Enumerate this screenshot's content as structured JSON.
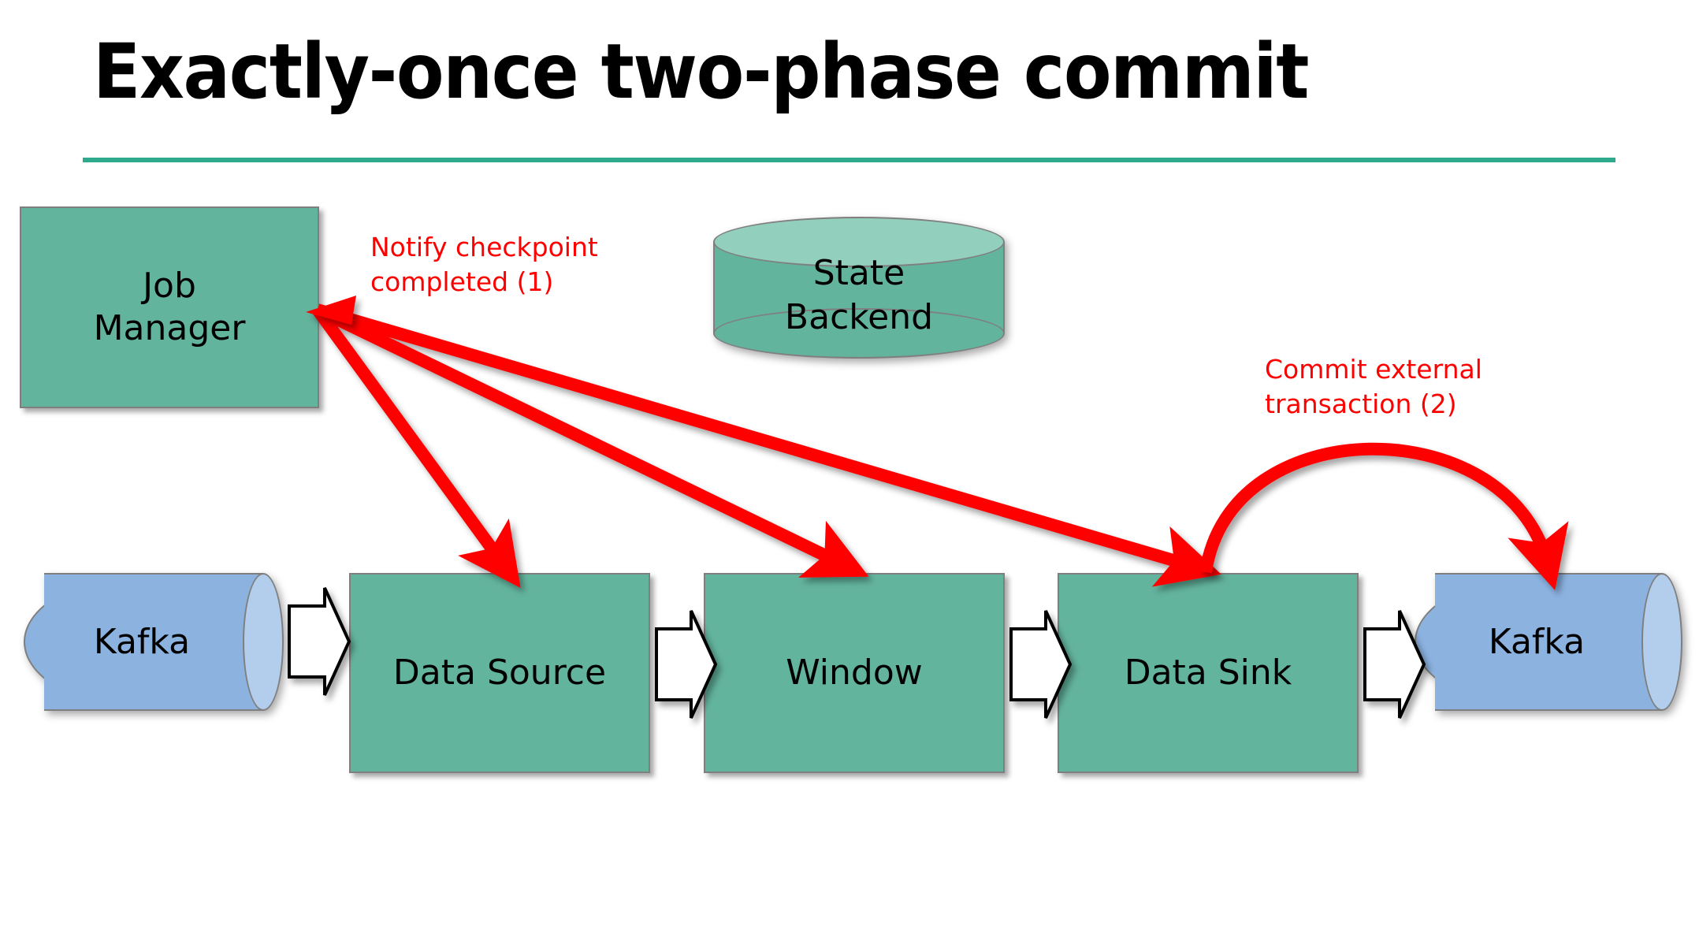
{
  "slide": {
    "title": "Exactly-once two-phase commit",
    "accent_color": "#2faa8d",
    "background": "#ffffff"
  },
  "palette": {
    "process_box_fill": "#63b49d",
    "process_box_border": "#7f7f7f",
    "kafka_fill": "#8cb2e0",
    "kafka_cap_fill": "#b3cdec",
    "state_backend_top_fill": "#93cfbd",
    "annotation_red": "#ff0000",
    "flow_arrow_outline": "#000000",
    "flow_arrow_fill": "#ffffff"
  },
  "nodes": {
    "job_manager": {
      "label": "Job\nManager",
      "shape": "rectangle"
    },
    "state_backend": {
      "label": "State\nBackend",
      "shape": "cylinder"
    },
    "kafka_source": {
      "label": "Kafka",
      "shape": "horizontal-cylinder"
    },
    "data_source": {
      "label": "Data Source",
      "shape": "rectangle"
    },
    "window": {
      "label": "Window",
      "shape": "rectangle"
    },
    "data_sink": {
      "label": "Data Sink",
      "shape": "rectangle"
    },
    "kafka_sink": {
      "label": "Kafka",
      "shape": "horizontal-cylinder"
    }
  },
  "annotations": {
    "notify_checkpoint": "Notify checkpoint\ncompleted (1)",
    "commit_external": "Commit external\ntransaction (2)"
  },
  "edges": [
    {
      "name": "kafka-source-to-data-source",
      "style": "block-arrow",
      "color": "#ffffff"
    },
    {
      "name": "data-source-to-window",
      "style": "block-arrow",
      "color": "#ffffff"
    },
    {
      "name": "window-to-data-sink",
      "style": "block-arrow",
      "color": "#ffffff"
    },
    {
      "name": "data-sink-to-kafka-sink",
      "style": "block-arrow",
      "color": "#ffffff"
    },
    {
      "name": "jobmanager-to-data-source",
      "style": "red-arrow",
      "color": "#ff0000"
    },
    {
      "name": "jobmanager-to-window",
      "style": "red-arrow",
      "color": "#ff0000"
    },
    {
      "name": "jobmanager-to-data-sink",
      "style": "red-arrow",
      "color": "#ff0000"
    },
    {
      "name": "data-sink-to-kafka-commit",
      "style": "red-curved-arrow",
      "color": "#ff0000"
    }
  ]
}
